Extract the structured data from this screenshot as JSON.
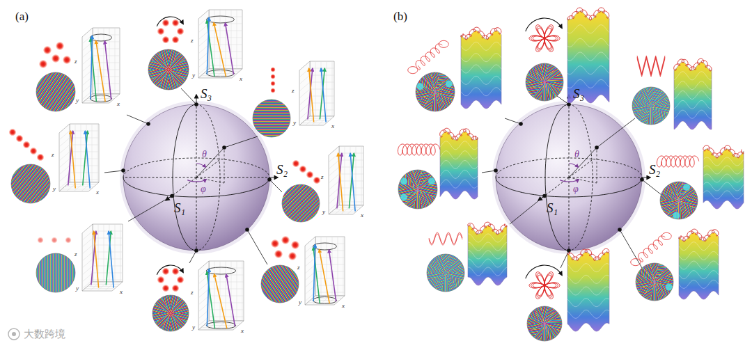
{
  "diagram": {
    "labels": [
      "(a)",
      "S₃",
      "S₂",
      "S₁",
      "θ",
      "φ",
      "z",
      "y",
      "x",
      "z",
      "y",
      "x",
      "z",
      "y",
      "x",
      "z",
      "y",
      "x",
      "z",
      "y",
      "x",
      "z",
      "y",
      "x",
      "z",
      "y",
      "x",
      "z",
      "y",
      "x",
      "(b)",
      "S₃",
      "S₂",
      "S₁",
      "θ",
      "φ",
      "大数跨境"
    ]
  }
}
